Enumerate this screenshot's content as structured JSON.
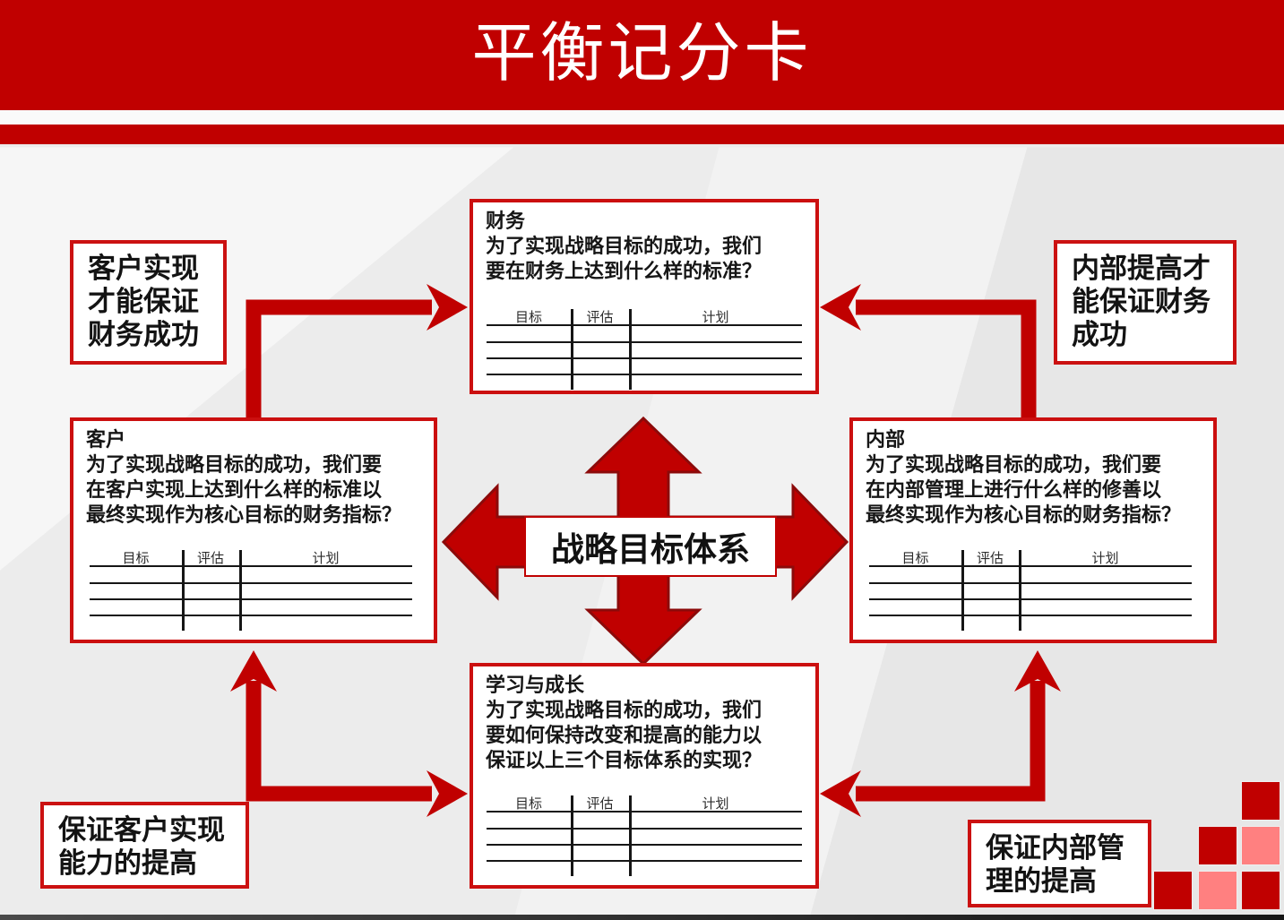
{
  "header": {
    "title": "平衡记分卡"
  },
  "center": {
    "label": "战略目标体系"
  },
  "table_headers": [
    "目标",
    "评估",
    "计划"
  ],
  "boxes": {
    "finance": {
      "title": "财务",
      "lines": [
        "为了实现战略目标的成功，我们",
        "要在财务上达到什么样的标准？"
      ]
    },
    "customer": {
      "title": "客户",
      "lines": [
        "为了实现战略目标的成功，我们要",
        "在客户实现上达到什么样的标准以",
        "最终实现作为核心目标的财务指标？"
      ]
    },
    "internal": {
      "title": "内部",
      "lines": [
        "为了实现战略目标的成功，我们要",
        "在内部管理上进行什么样的修善以",
        "最终实现作为核心目标的财务指标？"
      ]
    },
    "learning": {
      "title": "学习与成长",
      "lines": [
        "为了实现战略目标的成功，我们",
        "要如何保持改变和提高的能力以",
        "保证以上三个目标体系的实现？"
      ]
    }
  },
  "labels": {
    "top_left": {
      "lines": [
        "客户实现",
        "才能保证",
        "财务成功"
      ]
    },
    "top_right": {
      "lines": [
        "内部提高才",
        "能保证财务",
        "成功"
      ]
    },
    "bottom_left": {
      "lines": [
        "保证客户实现",
        "能力的提高"
      ]
    },
    "bottom_right": {
      "lines": [
        "保证内部管",
        "理的提高"
      ]
    }
  },
  "colors": {
    "accent_red": "#C00000",
    "arrow_outline": "#8C0A0A",
    "decor_pink": "#FF8080",
    "background": "#ECECEC"
  },
  "decor_squares_pattern": [
    [
      "",
      "",
      "dark"
    ],
    [
      "",
      "dark",
      "pink"
    ],
    [
      "dark",
      "pink",
      "dark"
    ]
  ]
}
